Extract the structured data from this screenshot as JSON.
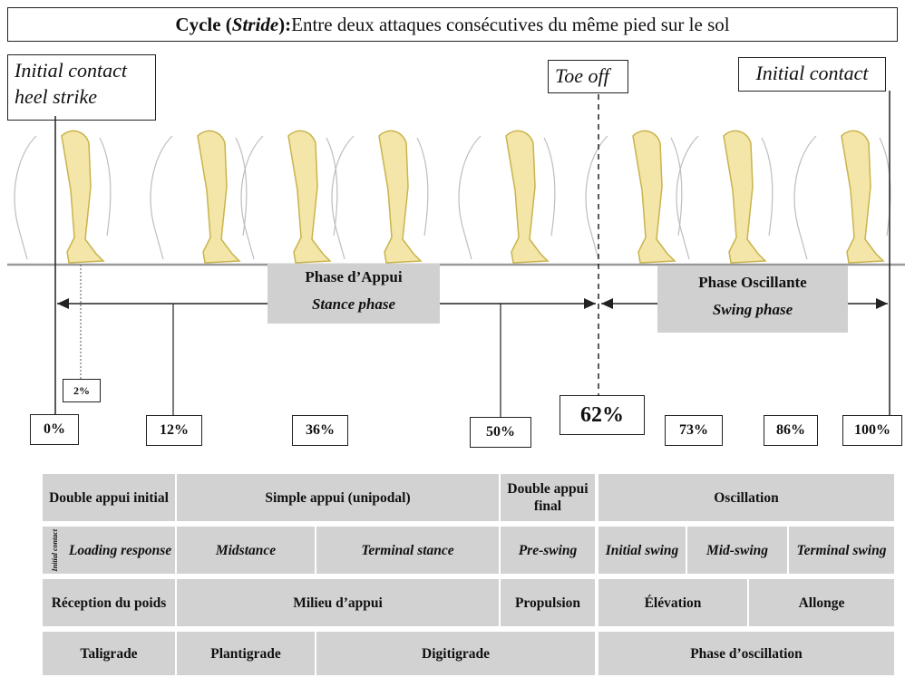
{
  "title": {
    "bold": "Cycle (",
    "stride": "Stride",
    "bold_end": "):",
    "text": " Entre deux attaques consécutives du même pied sur le sol"
  },
  "events": {
    "initial_contact_left": [
      "Initial contact",
      "heel strike"
    ],
    "toe_off": "Toe off",
    "initial_contact_right": "Initial contact"
  },
  "phases": {
    "stance": {
      "fr": "Phase d’Appui",
      "en": "Stance phase"
    },
    "swing": {
      "fr": "Phase Oscillante",
      "en": "Swing phase"
    }
  },
  "percentages": [
    "0%",
    "2%",
    "12%",
    "36%",
    "50%",
    "62%",
    "73%",
    "86%",
    "100%"
  ],
  "table": {
    "row1": [
      "Double appui initial",
      "Simple appui (unipodal)",
      "Double appui final",
      "Oscillation"
    ],
    "row2": [
      "Initial contact",
      "Loading response",
      "Midstance",
      "Terminal stance",
      "Pre-swing",
      "Initial swing",
      "Mid-swing",
      "Terminal swing"
    ],
    "row3": [
      "Réception du poids",
      "Milieu d’appui",
      "Propulsion",
      "Élévation",
      "Allonge"
    ],
    "row4": [
      "Taligrade",
      "Plantigrade",
      "Digitigrade",
      "Phase d’oscillation"
    ]
  },
  "colors": {
    "bone": "#f3e6a8",
    "bone_stroke": "#c9b44d",
    "cell": "#d2d2d2",
    "ghost": "#bdbdbd"
  }
}
